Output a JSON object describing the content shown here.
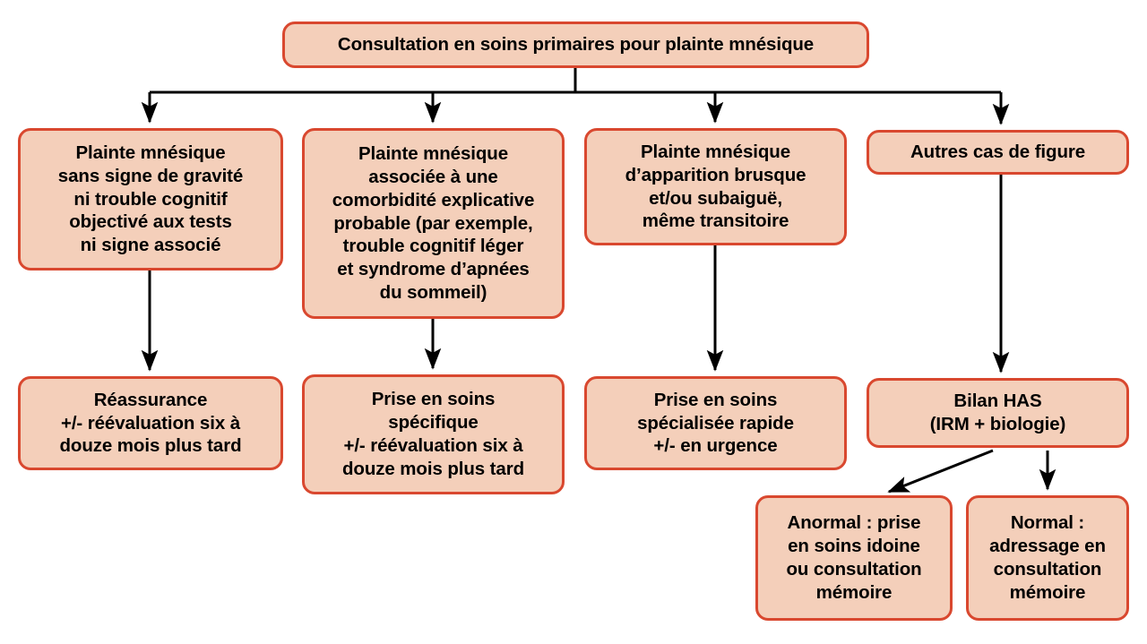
{
  "diagram": {
    "title": "Arbre décisionnel : consultation en soins primaires pour plainte mnésique",
    "colors": {
      "node_fill": "#f4cfba",
      "node_border": "#d9482f",
      "connector": "#000000",
      "background": "#ffffff",
      "text": "#000000"
    },
    "nodes": {
      "root": "Consultation en soins primaires pour plainte mnésique",
      "branch1": "Plainte mnésique\nsans signe de gravité\nni trouble cognitif\nobjectivé aux tests\nni signe associé",
      "branch2": "Plainte mnésique\nassociée à une\ncomorbidité explicative\nprobable (par exemple,\ntrouble cognitif léger\net syndrome d’apnées\ndu sommeil)",
      "branch3": "Plainte mnésique\nd’apparition brusque\net/ou subaiguë,\nmême transitoire",
      "branch4": "Autres cas de figure",
      "outcome1": "Réassurance\n+/- réévaluation six à\ndouze mois plus tard",
      "outcome2": "Prise en soins\nspécifique\n+/- réévaluation six à\ndouze mois plus tard",
      "outcome3": "Prise en soins\nspécialisée rapide\n+/- en urgence",
      "outcome4": "Bilan HAS\n(IRM + biologie)",
      "result_abnormal": "Anormal : prise\nen soins idoine\nou consultation\nmémoire",
      "result_normal": "Normal :\nadressage en\nconsultation\nmémoire"
    },
    "edges": [
      {
        "from": "root",
        "to": "branch1",
        "style": "orthogonal-bus-arrow"
      },
      {
        "from": "root",
        "to": "branch2",
        "style": "orthogonal-bus-arrow"
      },
      {
        "from": "root",
        "to": "branch3",
        "style": "orthogonal-bus-arrow"
      },
      {
        "from": "root",
        "to": "branch4",
        "style": "orthogonal-bus-arrow"
      },
      {
        "from": "branch1",
        "to": "outcome1",
        "style": "straight-arrow"
      },
      {
        "from": "branch2",
        "to": "outcome2",
        "style": "straight-arrow"
      },
      {
        "from": "branch3",
        "to": "outcome3",
        "style": "straight-arrow"
      },
      {
        "from": "branch4",
        "to": "outcome4",
        "style": "straight-arrow"
      },
      {
        "from": "outcome4",
        "to": "result_abnormal",
        "style": "diagonal-arrow"
      },
      {
        "from": "outcome4",
        "to": "result_normal",
        "style": "straight-arrow"
      }
    ]
  }
}
